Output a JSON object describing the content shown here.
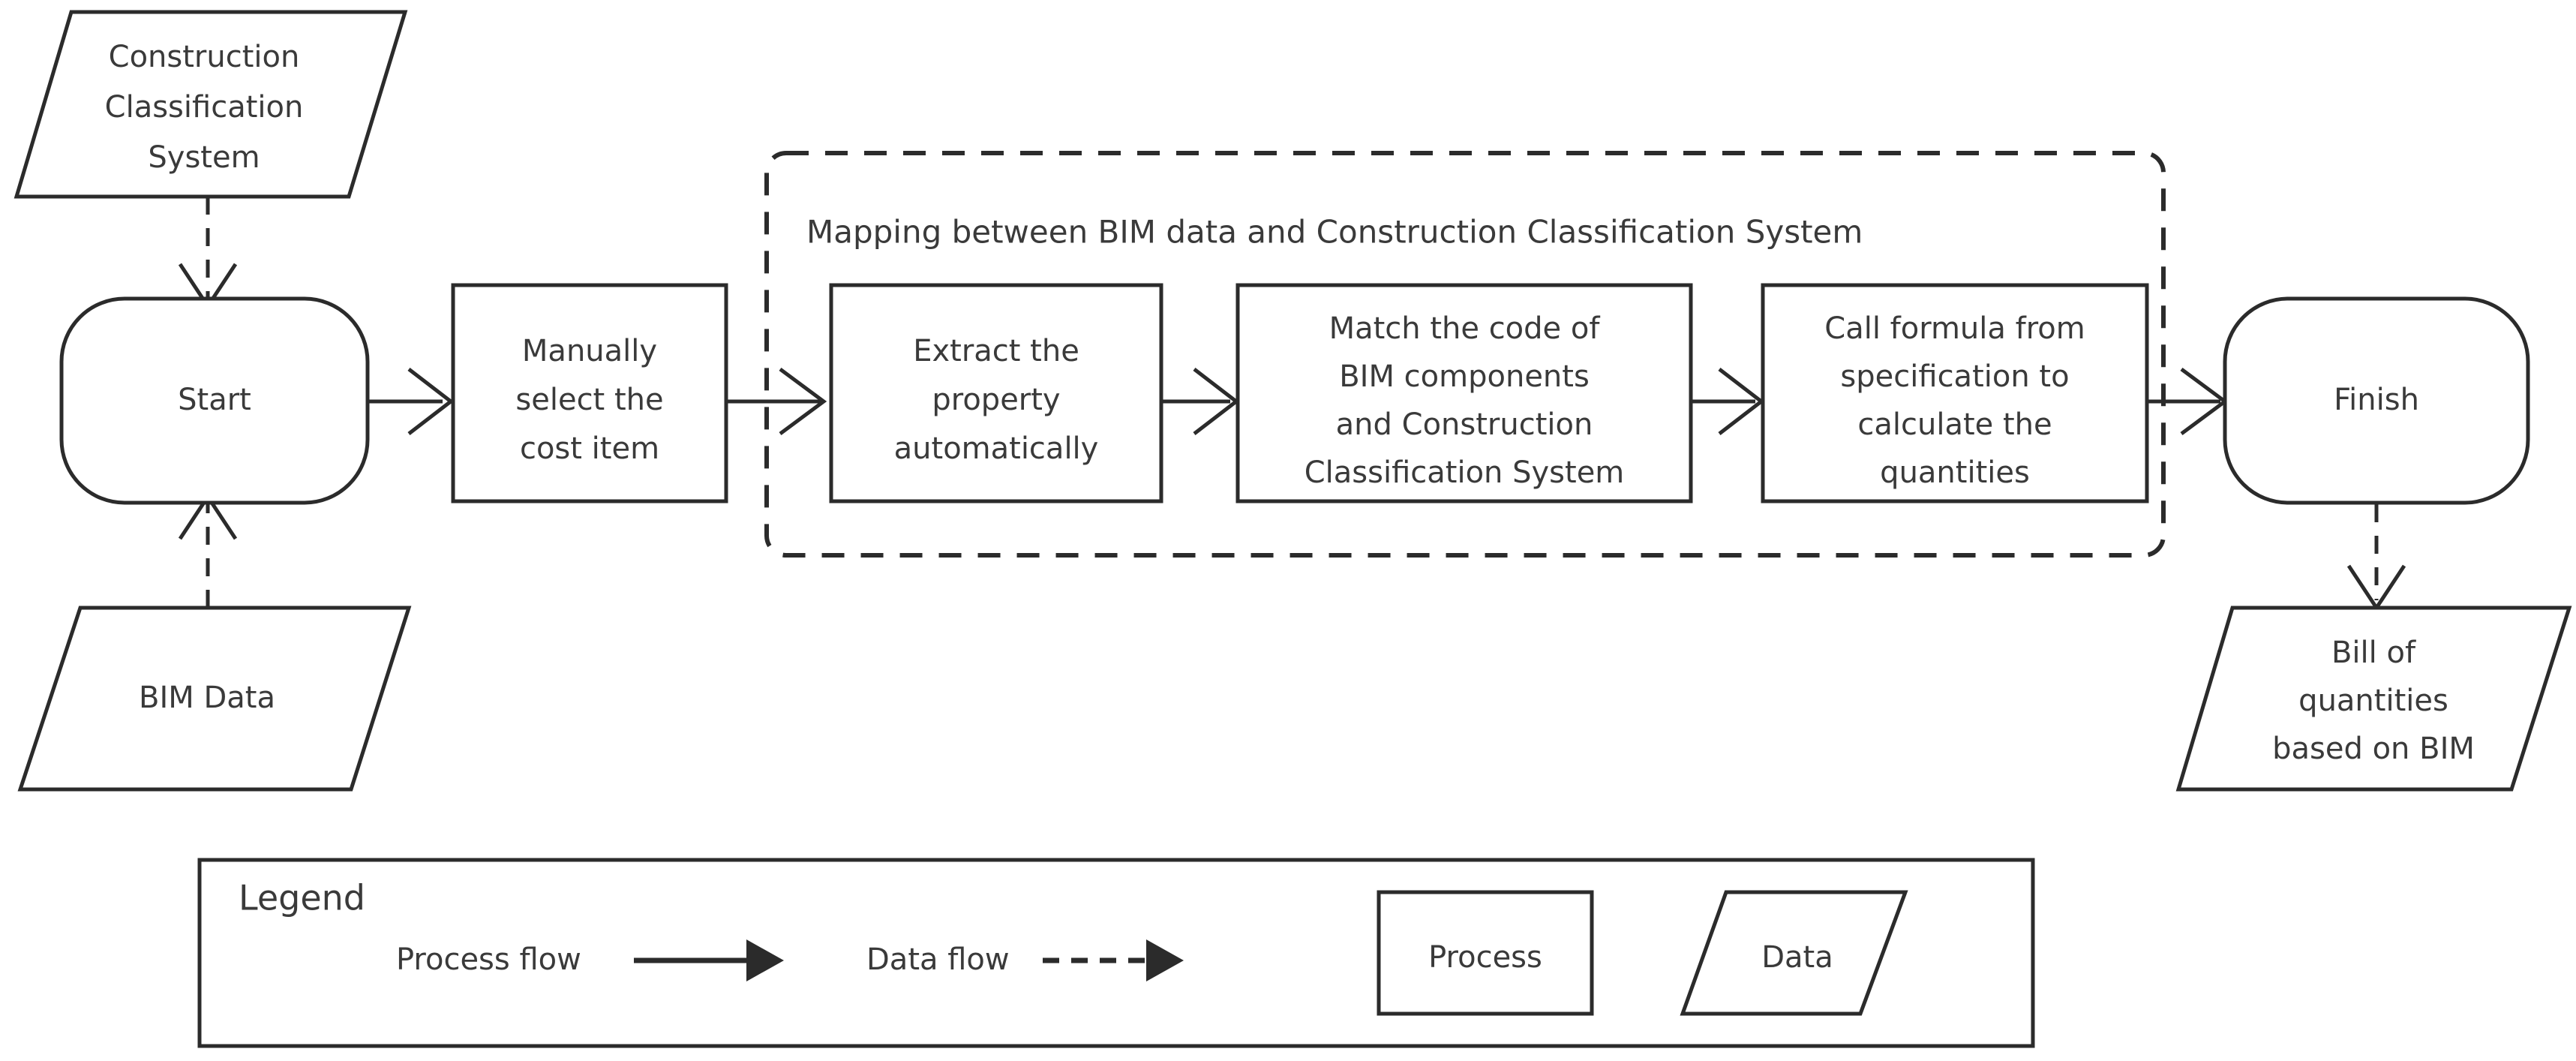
{
  "diagram": {
    "title_visible": false,
    "colors": {
      "stroke": "#2b2b2b",
      "text": "#3a3a3a",
      "background": "#ffffff"
    },
    "nodes": {
      "construction_classification_system": {
        "label_lines": [
          "Construction",
          "Classification",
          "System"
        ],
        "shape": "parallelogram"
      },
      "bim_data": {
        "label_lines": [
          "BIM Data"
        ],
        "shape": "parallelogram"
      },
      "start": {
        "label_lines": [
          "Start"
        ],
        "shape": "rounded-rectangle"
      },
      "manually_select": {
        "label_lines": [
          "Manually",
          "select  the",
          "cost item"
        ],
        "shape": "rectangle"
      },
      "extract_property": {
        "label_lines": [
          "Extract the",
          "property",
          "automatically"
        ],
        "shape": "rectangle"
      },
      "match_code": {
        "label_lines": [
          "Match the code of",
          "BIM components",
          "and Construction",
          "Classification System"
        ],
        "shape": "rectangle"
      },
      "call_formula": {
        "label_lines": [
          "Call formula from",
          "specification to",
          "calculate the",
          "quantities"
        ],
        "shape": "rectangle"
      },
      "finish": {
        "label_lines": [
          "Finish"
        ],
        "shape": "rounded-rectangle"
      },
      "bill_of_quantities": {
        "label_lines": [
          "Bill of",
          "quantities",
          "based on BIM"
        ],
        "shape": "parallelogram"
      }
    },
    "group": {
      "title": "Mapping between BIM data and Construction Classification System",
      "border": "dashed"
    },
    "legend": {
      "title": "Legend",
      "process_flow_label": "Process flow",
      "data_flow_label": "Data flow",
      "process_shape_label": "Process",
      "data_shape_label": "Data"
    }
  }
}
